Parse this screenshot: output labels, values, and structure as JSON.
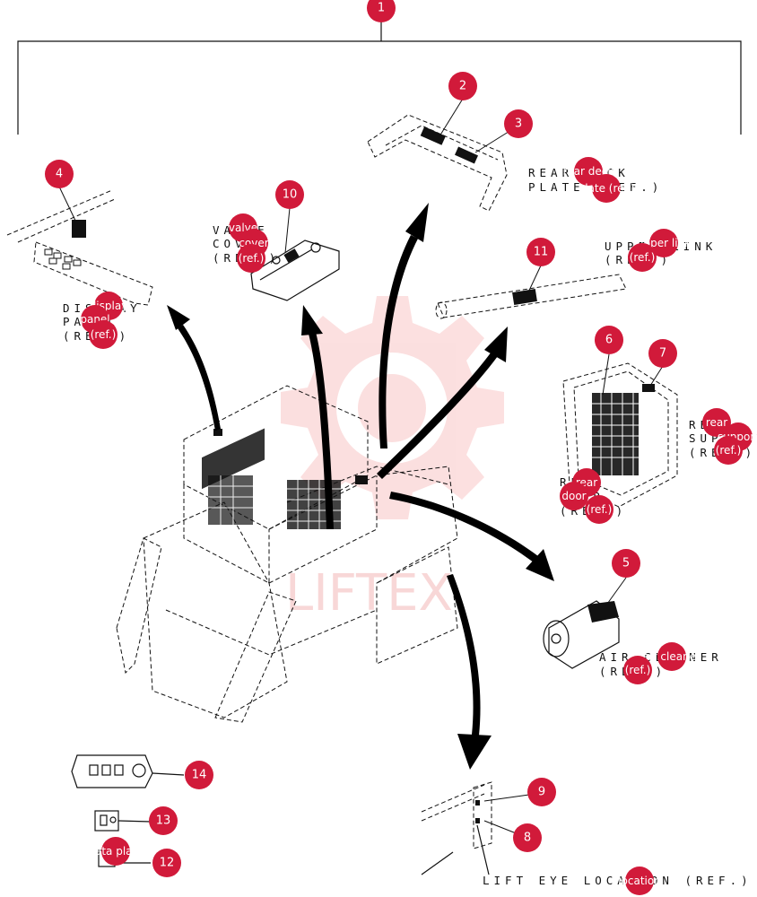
{
  "callouts": [
    "1",
    "2",
    "3",
    "4",
    "5",
    "6",
    "7",
    "8",
    "9",
    "10",
    "11",
    "12",
    "13",
    "14"
  ],
  "watermark": "LIFTEX",
  "part_labels": {
    "rear_deck_line1": "REAR DECK",
    "rear_deck_line2": "PLATE (REF.)",
    "valve_line1": "VALVE",
    "valve_line2": "COVER",
    "valve_line3": "(REF.)",
    "display_line1": "DISPLAY",
    "display_line2": "PANEL",
    "display_line3": "(REF.)",
    "upper_link_line1": "UPPER LINK",
    "upper_link_line2": "(REF.)",
    "rear_support_line1": "REAR",
    "rear_support_line2": "SUPPORT",
    "rear_support_line3": "(REF.)",
    "rear_door_line1": "REAR",
    "rear_door_line2": "DOOR",
    "rear_door_line3": "(REF.)",
    "air_cleaner_line1": "AIR CLEANER",
    "air_cleaner_line2": "(REF.)",
    "lift_eye": "LIFT EYE LOCATION (REF.)"
  },
  "hotspots": {
    "rear_deck": "rear deck",
    "plate": "plate (ref.)",
    "valve": "valve",
    "cover": "cover",
    "valve_ref": "(ref.)",
    "display": "display",
    "panel": "panel",
    "display_ref": "(ref.)",
    "upper_link": "upper link",
    "upper_link_ref": "(ref.)",
    "rear_support_rear": "rear",
    "support": "support",
    "rear_support_ref": "(ref.)",
    "rear_door_rear": "rear",
    "door": "door",
    "rear_door_ref": "(ref.)",
    "air_cleaner": "air cleaner",
    "air_cleaner_ref": "(ref.)",
    "location": "location",
    "data_plate": "data plate"
  }
}
